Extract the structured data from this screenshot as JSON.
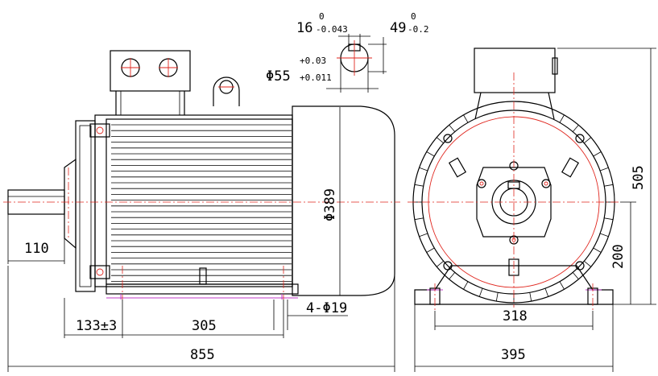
{
  "dimensions": {
    "shaft_ext": "110",
    "foot_offset": "133±3",
    "foot_spacing_side": "305",
    "overall_length": "855",
    "bolt_holes": "4-Φ19",
    "body_diameter": "Φ389",
    "overall_height": "505",
    "shaft_center_height": "200",
    "foot_spacing_front": "318",
    "overall_width": "395",
    "key_width": "16",
    "key_width_tol_upper": "0",
    "key_width_tol_lower": "-0.043",
    "key_depth": "49",
    "key_depth_tol_upper": "0",
    "key_depth_tol_lower": "-0.2",
    "shaft_diameter": "Φ55",
    "shaft_tol_upper": "+0.03",
    "shaft_tol_lower": "+0.011"
  }
}
